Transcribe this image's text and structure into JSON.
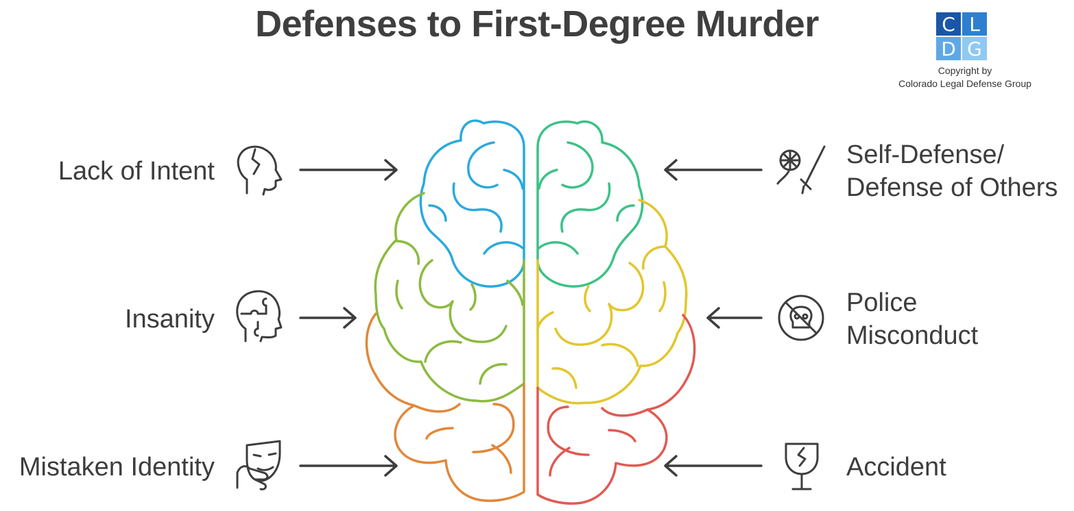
{
  "title": "Defenses to First-Degree Murder",
  "logo": {
    "letters": [
      "C",
      "L",
      "D",
      "G"
    ],
    "cell_colors": [
      "#1a56a8",
      "#2f7fd0",
      "#5fa8e6",
      "#8fc9f2"
    ],
    "copyright_line1": "Copyright by",
    "copyright_line2": "Colorado Legal Defense Group"
  },
  "defenses": {
    "left": [
      {
        "label": "Lack of Intent",
        "icon": "head-profile-icon",
        "color": "#29aadc"
      },
      {
        "label": "Insanity",
        "icon": "puzzle-head-icon",
        "color": "#8cbb3f"
      },
      {
        "label": "Mistaken Identity",
        "icon": "mask-icon",
        "color": "#e0883a"
      }
    ],
    "right": [
      {
        "label_line1": "Self-Defense/",
        "label_line2": "Defense of Others",
        "icon": "fencing-icon",
        "color": "#3cc286"
      },
      {
        "label_line1": "Police",
        "label_line2": "Misconduct",
        "icon": "prohibited-skull-icon",
        "color": "#e2c62c"
      },
      {
        "label": "Accident",
        "icon": "broken-glass-icon",
        "color": "#e05a52"
      }
    ]
  },
  "colors": {
    "text": "#3d3d3d",
    "icon": "#3d3d3d"
  }
}
